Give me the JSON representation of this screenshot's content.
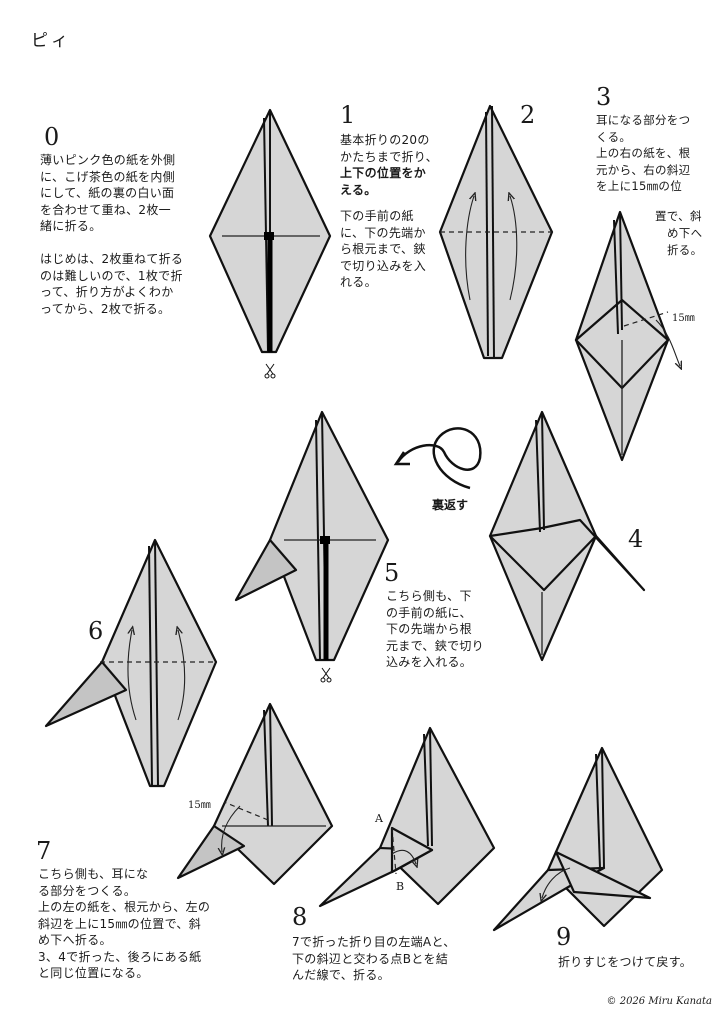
{
  "title": "ピィ",
  "copyright": "© 2026 Miru Kanata",
  "labels": {
    "flip": "裏返す",
    "mm15": "15㎜",
    "point_a": "A",
    "point_b": "B"
  },
  "steps": [
    {
      "num": "0",
      "lines": [
        "薄いピンク色の紙を外側",
        "に、こげ茶色の紙を内側",
        "にして、紙の裏の白い面",
        "を合わせて重ね、2枚一",
        "緒に折る。",
        "",
        "はじめは、2枚重ねて折る",
        "のは難しいので、1枚で折",
        "って、折り方がよくわか",
        "ってから、2枚で折る。"
      ]
    },
    {
      "num": "1",
      "lines": [
        "基本折りの20の",
        "かたちまで折り、"
      ],
      "bold_lines": [
        "上下の位置をか",
        "える。"
      ],
      "lines2": [
        "下の手前の紙",
        "に、下の先端か",
        "ら根元まで、鋏",
        "で切り込みを入",
        "れる。"
      ]
    },
    {
      "num": "2",
      "lines": []
    },
    {
      "num": "3",
      "lines": [
        "耳になる部分をつ",
        "くる。",
        "上の右の紙を、根",
        "元から、右の斜辺",
        "を上に15㎜の位"
      ],
      "right_lines": [
        "置で、斜",
        "め下へ",
        "折る。"
      ]
    },
    {
      "num": "4",
      "lines": []
    },
    {
      "num": "5",
      "lines": [
        "こちら側も、下",
        "の手前の紙に、",
        "下の先端から根",
        "元まで、鋏で切り",
        "込みを入れる。"
      ]
    },
    {
      "num": "6",
      "lines": []
    },
    {
      "num": "7",
      "lines": [
        "こちら側も、耳にな",
        "る部分をつくる。",
        "上の左の紙を、根元から、左の",
        "斜辺を上に15㎜の位置で、斜",
        "め下へ折る。",
        "3、4で折った、後ろにある紙",
        "と同じ位置になる。"
      ]
    },
    {
      "num": "8",
      "lines": [
        "7で折った折り目の左端Aと、",
        "下の斜辺と交わる点Bとを結",
        "んだ線で、折る。"
      ]
    },
    {
      "num": "9",
      "lines": [
        "折りすじをつけて戻す。"
      ]
    }
  ]
}
